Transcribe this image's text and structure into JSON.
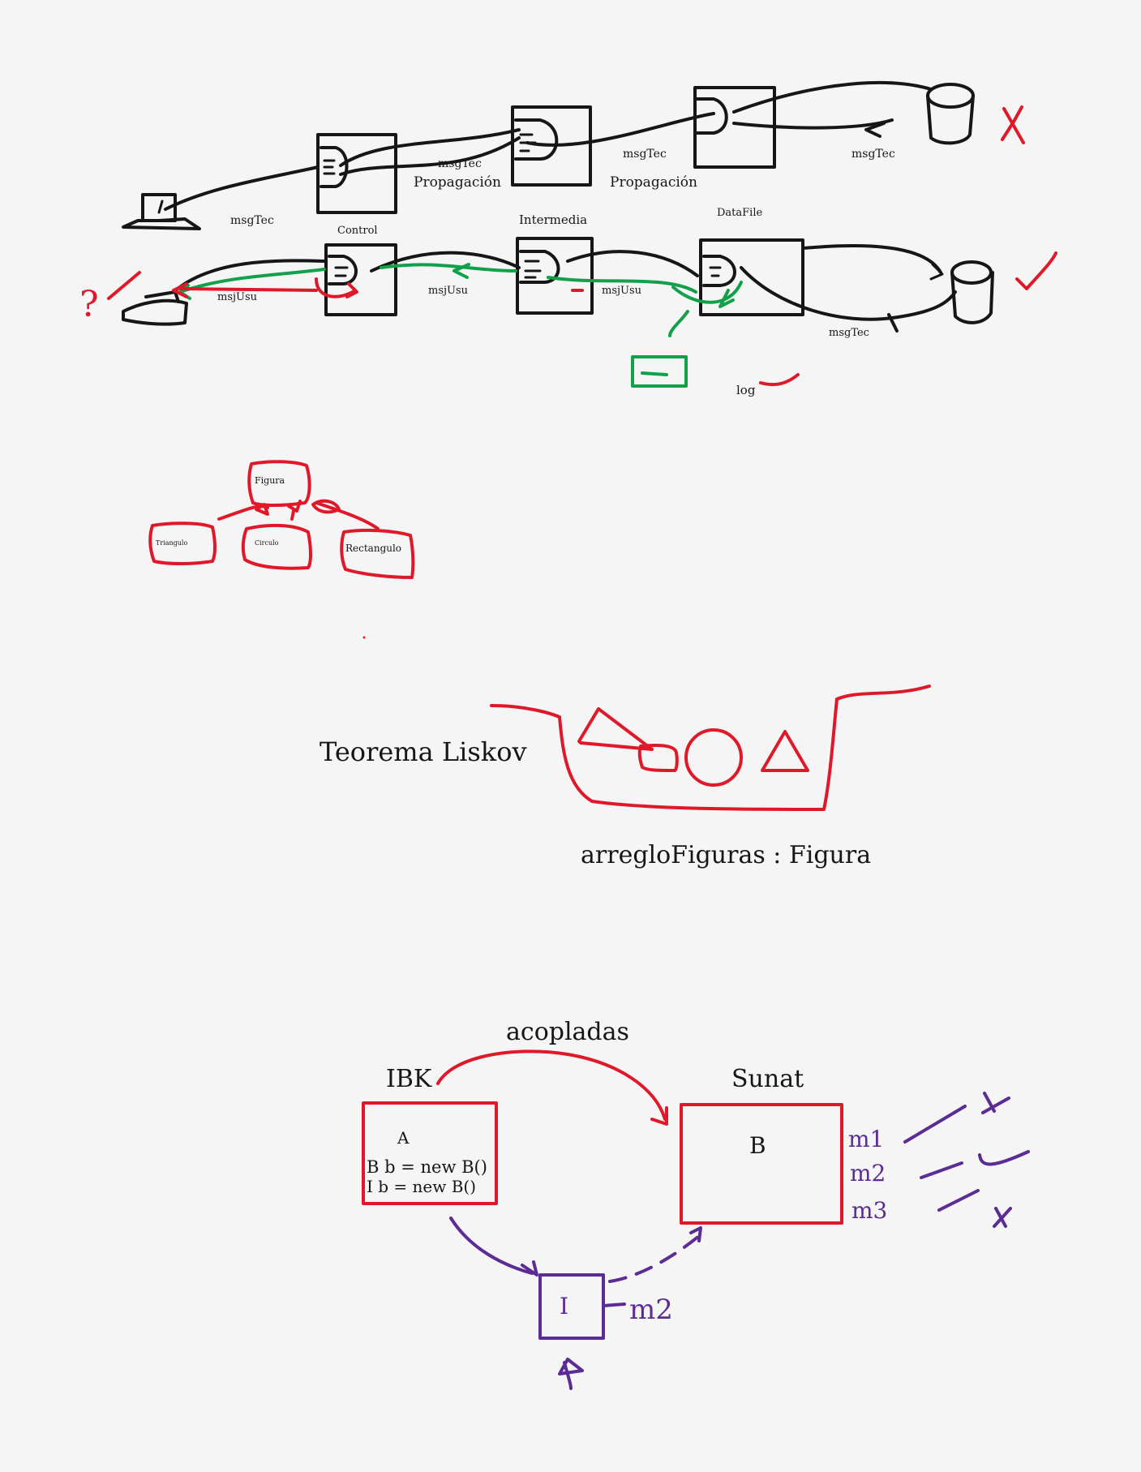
{
  "colors": {
    "background": "#f5f5f5",
    "ink": "#161616",
    "red": "#e0192a",
    "green": "#12a04a",
    "purple": "#5b2c94"
  },
  "flow1": {
    "edge_labels": [
      "msgTec",
      "msgTec",
      "msgTec",
      "msgTec"
    ],
    "propagation_labels": [
      "Propagación",
      "Propagación"
    ],
    "node_labels": [
      "Control",
      "Intermedia",
      "DataFile"
    ],
    "result_mark": "X"
  },
  "flow2": {
    "edge_labels": [
      "msjUsu",
      "msjUsu",
      "msjUsu"
    ],
    "db_edge_label": "msgTec",
    "log_label": "log",
    "question_mark": "?"
  },
  "hierarchy": {
    "parent": "Figura",
    "children": [
      "Triangulo",
      "Circulo",
      "Rectangulo"
    ]
  },
  "liskov": {
    "title": "Teorema Liskov",
    "array_label": "arregloFiguras : Figura"
  },
  "coupling": {
    "arrow_label": "acopladas",
    "left_title": "IBK",
    "right_title": "Sunat",
    "left_box": {
      "name": "A",
      "lines": [
        "B b = new B()",
        "I b = new B()"
      ]
    },
    "right_box": {
      "name": "B"
    },
    "methods": [
      "m1",
      "m2",
      "m3"
    ],
    "marks": [
      "X",
      "✓",
      "X"
    ],
    "interface_box": "I",
    "interface_method": "m2"
  }
}
